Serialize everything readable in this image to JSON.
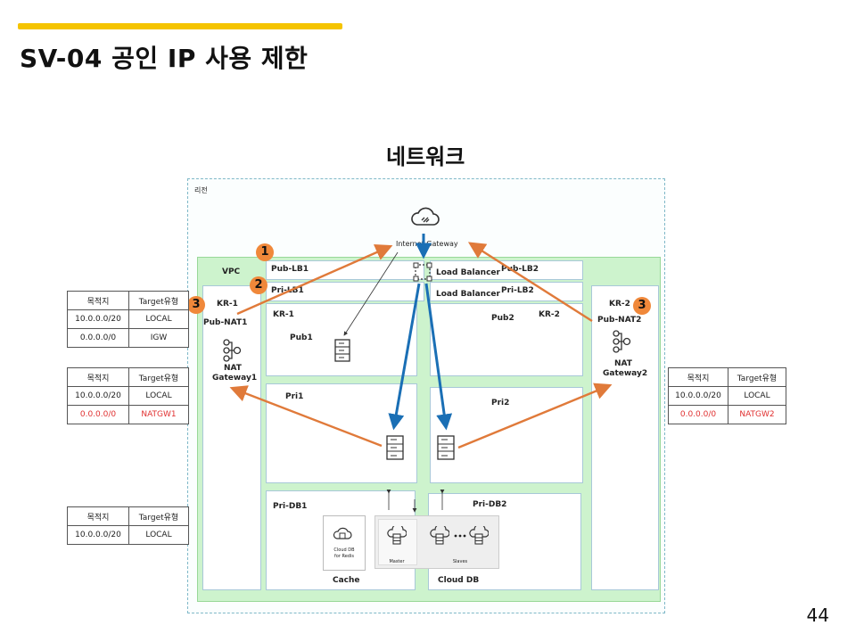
{
  "slide": {
    "title": "SV-04 공인 IP 사용 제한",
    "page_number": "44",
    "accent_color": "#f5c400"
  },
  "diagram": {
    "title": "네트워크",
    "region_label": "리전",
    "internet_gateway": "Internet Gateway",
    "vpc_label": "VPC",
    "kr1": "KR-1",
    "kr2": "KR-2",
    "pub_lb1": "Pub-LB1",
    "pub_lb2": "Pub-LB2",
    "pri_lb1": "Pri-LB1",
    "pri_lb2": "Pri-LB2",
    "load_balancer": "Load Balancer",
    "pub_nat1": "Pub-NAT1",
    "pub_nat2": "Pub-NAT2",
    "nat_gateway1": [
      "NAT",
      "Gateway1"
    ],
    "nat_gateway2": [
      "NAT",
      "Gateway2"
    ],
    "pub1": "Pub1",
    "pub2": "Pub2",
    "pri1": "Pri1",
    "pri2": "Pri2",
    "pri_db1": "Pri-DB1",
    "pri_db2": "Pri-DB2",
    "cloud_db_redis": [
      "Cloud DB",
      "for Redis"
    ],
    "master": "Master",
    "slaves": "Slaves",
    "cache": "Cache",
    "cloud_db": "Cloud DB",
    "badges": [
      "1",
      "2",
      "3",
      "3"
    ],
    "arrow_color": "#e07a3a",
    "flow_color": "#1a6fb5"
  },
  "route_tables": [
    {
      "headers": [
        "목적지",
        "Target유형"
      ],
      "rows": [
        [
          "10.0.0.0/20",
          "LOCAL",
          false
        ],
        [
          "0.0.0.0/0",
          "IGW",
          false
        ]
      ]
    },
    {
      "headers": [
        "목적지",
        "Target유형"
      ],
      "rows": [
        [
          "10.0.0.0/20",
          "LOCAL",
          false
        ],
        [
          "0.0.0.0/0",
          "NATGW1",
          true
        ]
      ]
    },
    {
      "headers": [
        "목적지",
        "Target유형"
      ],
      "rows": [
        [
          "10.0.0.0/20",
          "LOCAL",
          false
        ]
      ]
    },
    {
      "headers": [
        "목적지",
        "Target유형"
      ],
      "rows": [
        [
          "10.0.0.0/20",
          "LOCAL",
          false
        ],
        [
          "0.0.0.0/0",
          "NATGW2",
          true
        ]
      ]
    }
  ]
}
